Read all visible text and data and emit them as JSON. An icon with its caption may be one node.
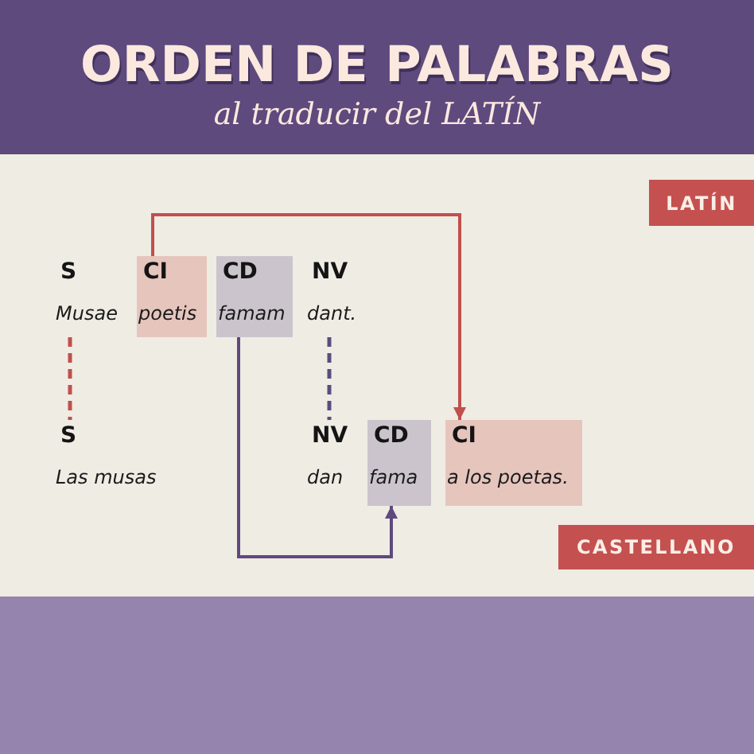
{
  "diagram": {
    "title": "ORDEN DE PALABRAS",
    "nodes": [
      {
        "text": [
          "LATÍN"
        ]
      },
      {
        "text": [
          "S",
          "Musae"
        ]
      },
      {
        "text": [
          "CI",
          "poetis"
        ]
      },
      {
        "text": [
          "CD",
          "famam"
        ]
      },
      {
        "text": [
          "NV",
          "dant."
        ]
      },
      {
        "text": [
          "S",
          "Las musas"
        ]
      },
      {
        "text": [
          "NV",
          "dan"
        ]
      },
      {
        "text": [
          "CD",
          "fama"
        ]
      },
      {
        "text": [
          "CI",
          "a los poetas."
        ]
      },
      {
        "text": [
          "CASTELLANO"
        ]
      }
    ],
    "edges": [
      {
        "from": 2,
        "to": 8,
        "arrow": "to",
        "color": "#c0504d"
      },
      {
        "from": 3,
        "to": 7,
        "arrow": "to",
        "color": "#5e4a7d"
      },
      {
        "from": 1,
        "to": 5,
        "arrow": "none",
        "style": "dashed",
        "color": "#c0504d"
      },
      {
        "from": 4,
        "to": 6,
        "arrow": "none",
        "style": "dashed",
        "color": "#5e4a7d"
      }
    ],
    "labels": [
      "al traducir del LATÍN"
    ]
  }
}
